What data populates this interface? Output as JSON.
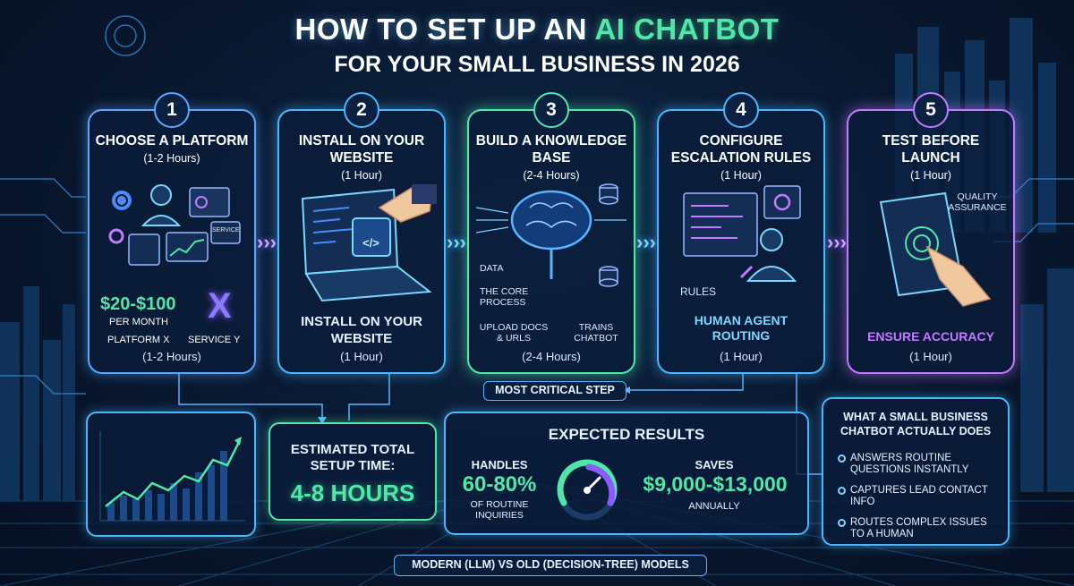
{
  "title": {
    "line1_before": "How to Set Up an ",
    "line1_accent": "AI Chatbot",
    "line2": "For Your Small Business in 2026"
  },
  "steps": [
    {
      "num": "1",
      "title": "Choose a Platform",
      "duration": "(1-2 Hours)",
      "price": "$20-$100",
      "price_sub": "Per Month",
      "platform_x": "Platform X",
      "service_y": "Service Y",
      "service_badge": "SERVICE",
      "x_letter": "X",
      "footer": "(1-2 Hours)",
      "color": "#5aa8ff"
    },
    {
      "num": "2",
      "title": "Install on Your Website",
      "duration": "(1 Hour)",
      "middle": "Install on Your Website",
      "middle_dur": "(1 Hour)",
      "code_glyph": "</>",
      "color": "#49b8ff"
    },
    {
      "num": "3",
      "title": "Build a Knowledge Base",
      "duration": "(2-4 Hours)",
      "data": "Data",
      "core": "The Core Process",
      "upload": "Upload Docs & URLs",
      "trains": "Trains Chatbot",
      "footer": "(2-4 Hours)",
      "color": "#4ee8a8"
    },
    {
      "num": "4",
      "title": "Configure Escalation Rules",
      "duration": "(1 Hour)",
      "rules": "Rules",
      "routing": "Human Agent Routing",
      "footer": "(1 Hour)",
      "color": "#49b8ff"
    },
    {
      "num": "5",
      "title": "Test Before Launch",
      "duration": "(1 Hour)",
      "qa": "Quality Assurance",
      "ensure": "Ensure Accuracy",
      "footer": "(1 Hour)",
      "color": "#c27aff"
    }
  ],
  "critical": "Most Critical Step",
  "estimate": {
    "label": "Estimated Total Setup Time:",
    "value": "4-8 Hours"
  },
  "results": {
    "title": "Expected Results",
    "handles_label": "Handles",
    "handles_value": "60-80%",
    "handles_sub": "of Routine Inquiries",
    "saves_label": "Saves",
    "saves_value": "$9,000-$13,000",
    "saves_sub": "Annually"
  },
  "does": {
    "title": "What a Small Business Chatbot Actually Does",
    "items": [
      "Answers Routine Questions Instantly",
      "Captures Lead Contact Info",
      "Routes Complex Issues to a Human"
    ]
  },
  "footer_pill": "Modern (LLM) vs Old (Decision-Tree) Models",
  "colors": {
    "green": "#4ee8a8",
    "blue": "#49b8ff",
    "purple": "#c27aff",
    "bg": "#0a1a33"
  }
}
